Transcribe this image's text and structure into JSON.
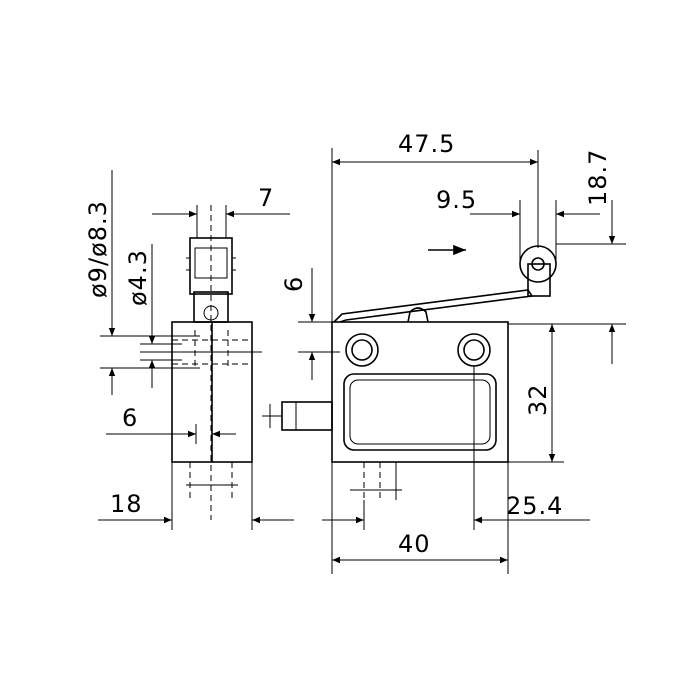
{
  "dimensions": {
    "width_47_5": "47.5",
    "width_7": "7",
    "width_9_5": "9.5",
    "height_18_7": "18.7",
    "dia_outer": "ø9/ø8.3",
    "dia_inner": "ø4.3",
    "height_6_side": "6",
    "width_6_front": "6",
    "height_32": "32",
    "width_18": "18",
    "width_25_4": "25.4",
    "width_40": "40"
  }
}
